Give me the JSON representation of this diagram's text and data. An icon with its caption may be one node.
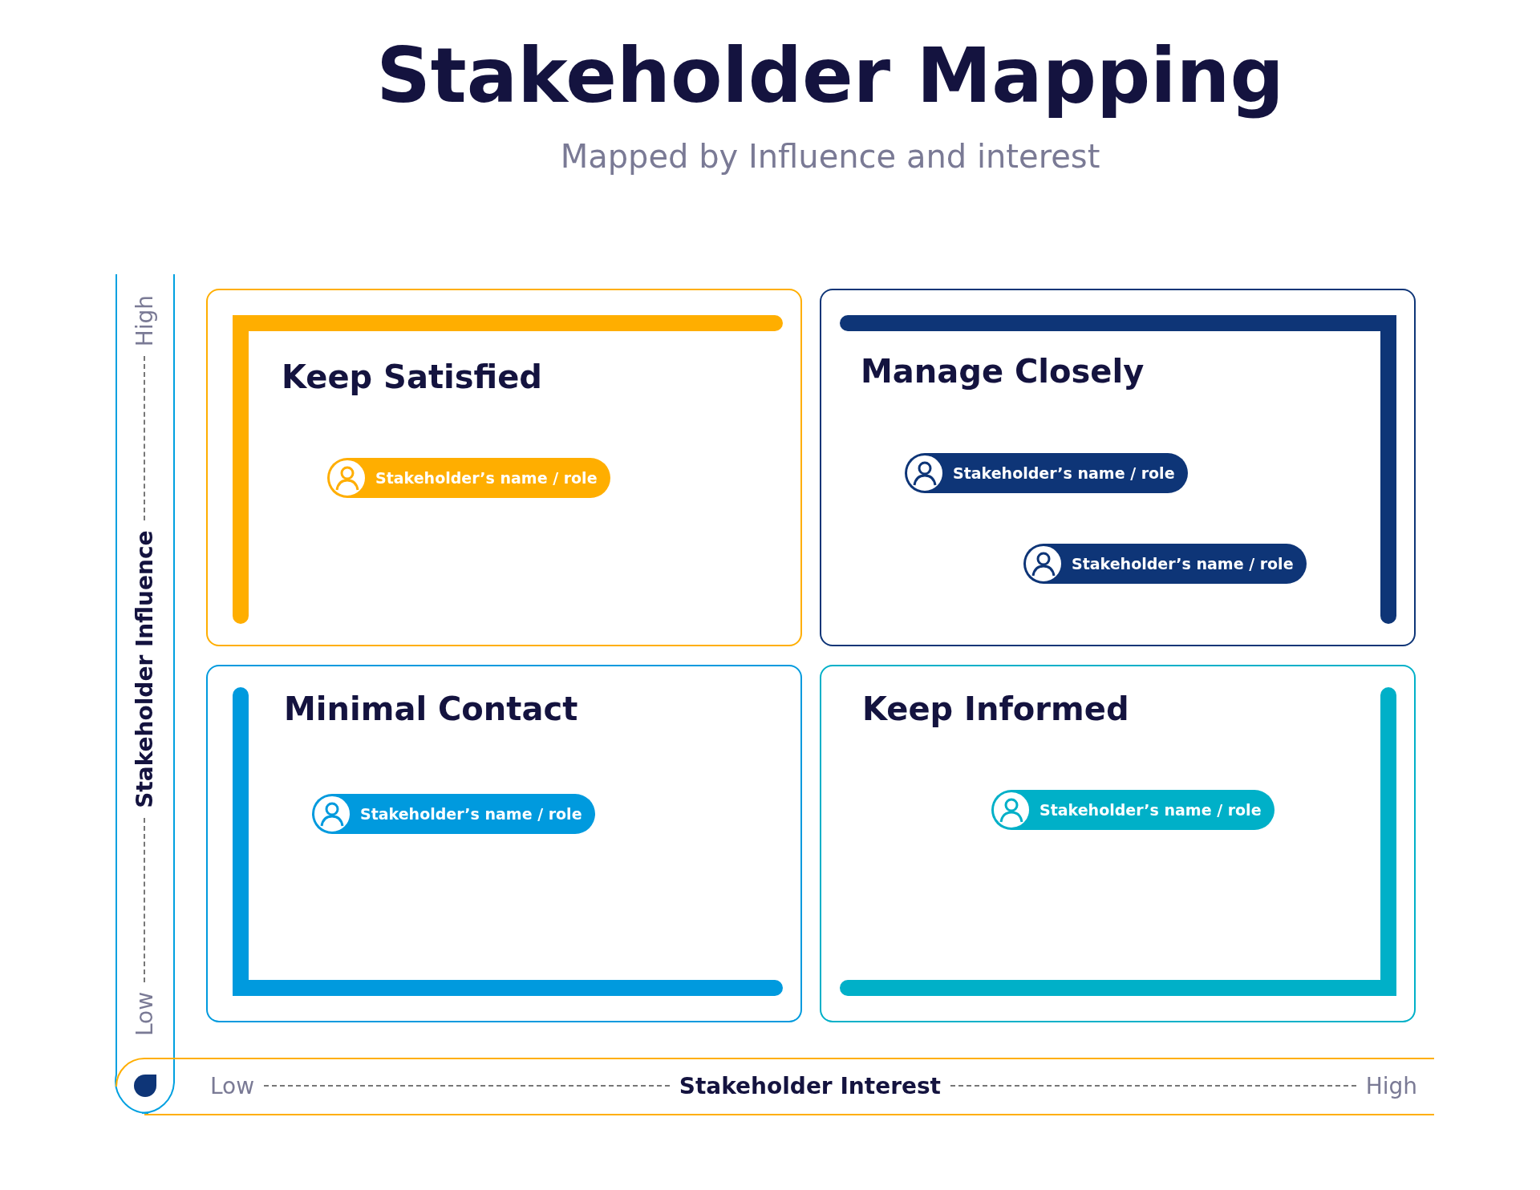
{
  "diagram": {
    "title": "Stakeholder Mapping",
    "nodes": [
      {
        "text": [
          "Keep Satisfied"
        ]
      },
      {
        "text": [
          "Stakeholder’s name / role"
        ],
        "in": 0
      },
      {
        "text": [
          "Manage Closely"
        ]
      },
      {
        "text": [
          "Stakeholder’s name / role"
        ],
        "in": 2
      },
      {
        "text": [
          "Stakeholder’s name / role"
        ],
        "in": 2
      },
      {
        "text": [
          "Minimal Contact"
        ]
      },
      {
        "text": [
          "Stakeholder’s name / role"
        ],
        "in": 5
      },
      {
        "text": [
          "Keep Informed"
        ]
      },
      {
        "text": [
          "Stakeholder’s name / role"
        ],
        "in": 7
      }
    ],
    "edges": [],
    "labels": [
      "Mapped by Influence and interest",
      "High",
      "Stakeholder Influence",
      "Low",
      "Low",
      "Stakeholder Interest",
      "High"
    ]
  }
}
